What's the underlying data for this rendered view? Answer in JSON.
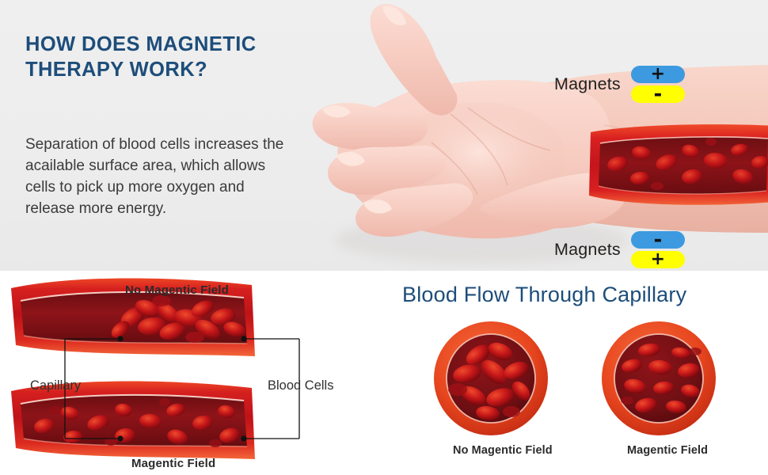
{
  "header": {
    "title": "HOW DOES MAGNETIC THERAPY WORK?",
    "body": "Separation of blood cells increases the acailable surface area, which allows cells to pick up more oxygen and release more energy."
  },
  "magnets": {
    "top": {
      "label": "Magnets",
      "upper_pole": "+",
      "upper_color": "#3d9ae0",
      "lower_pole": "-",
      "lower_color": "#ffff00"
    },
    "bottom": {
      "label": "Magnets",
      "upper_pole": "-",
      "upper_color": "#3d9ae0",
      "lower_pole": "+",
      "lower_color": "#ffff00"
    }
  },
  "left_diagram": {
    "top_vessel_label": "No Magentic Field",
    "bottom_vessel_label": "Magentic Field",
    "left_callout": "Capillary",
    "right_callout": "Blood Cells"
  },
  "right_diagram": {
    "title": "Blood Flow Through Capillary",
    "cross_sections": [
      {
        "label": "No Magentic Field"
      },
      {
        "label": "Magentic Field"
      }
    ]
  },
  "colors": {
    "accent_navy": "#1d4d7a",
    "panel_gray": "#ededed",
    "vessel_red": "#e03024",
    "vessel_orange": "#ef5a23",
    "lumen_dark": "#6e0f12",
    "magnet_blue": "#3d9ae0",
    "magnet_yellow": "#ffff00",
    "body_text": "#3b3b3b"
  }
}
